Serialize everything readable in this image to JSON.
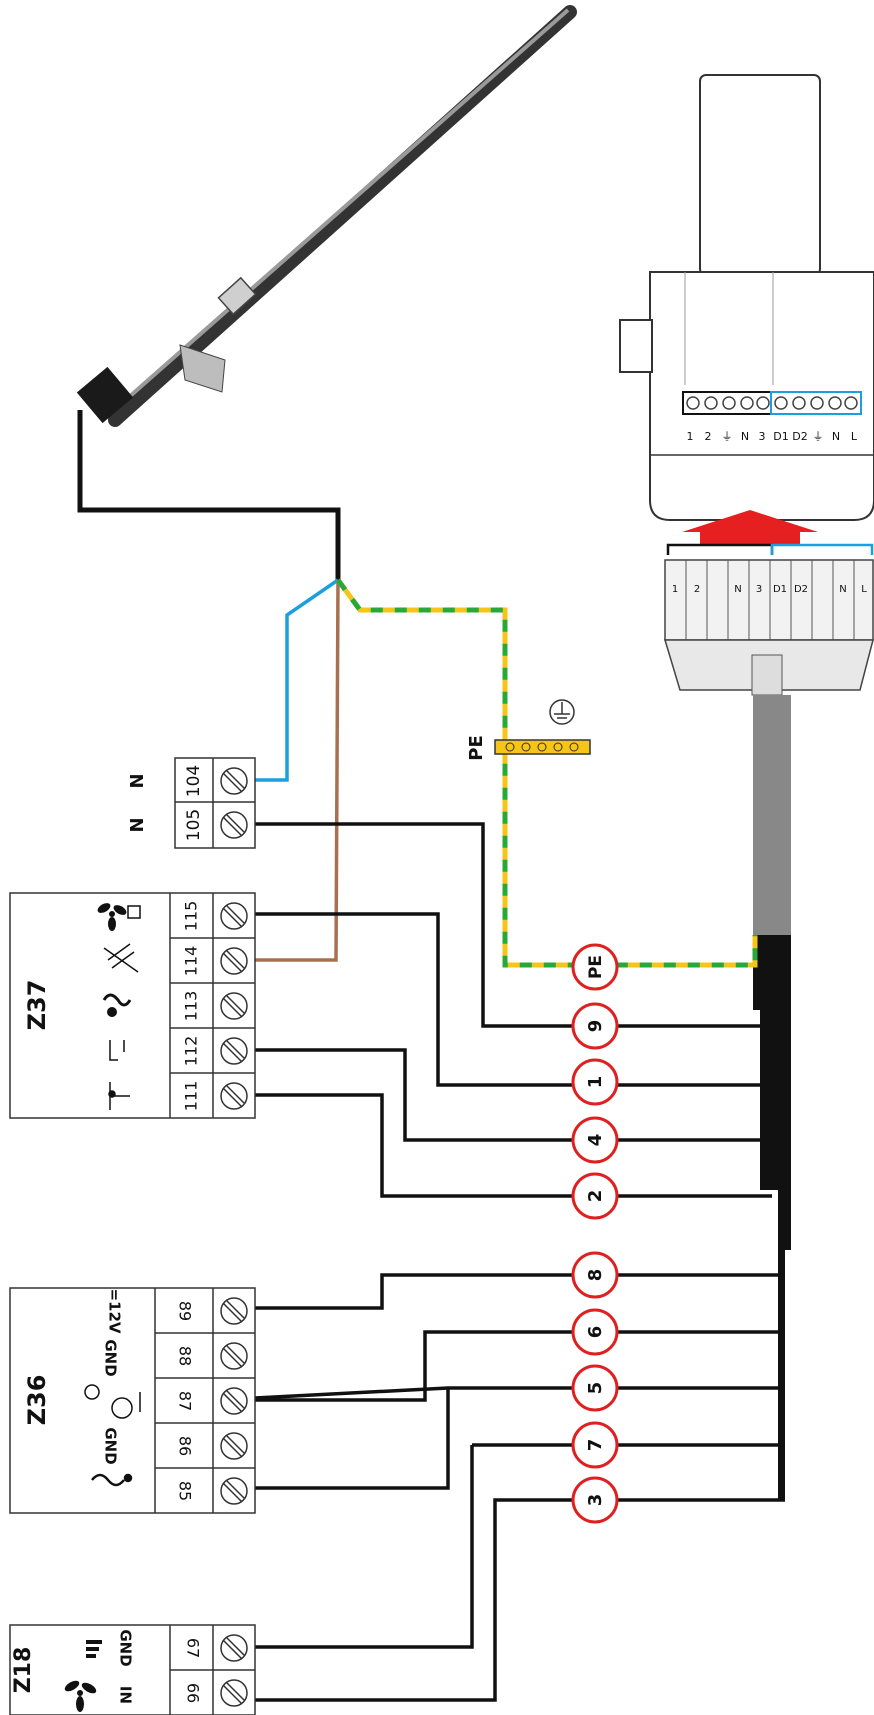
{
  "blocks": {
    "z37": {
      "title": "Z37",
      "terminals": [
        "115",
        "114",
        "113",
        "112",
        "111"
      ]
    },
    "z36": {
      "title": "Z36",
      "terminals": [
        "89",
        "88",
        "87",
        "86",
        "85"
      ],
      "labels": {
        "t89": "=12V",
        "t88": "GND",
        "t86": "GND"
      }
    },
    "z18": {
      "title": "Z18",
      "terminals": [
        "67",
        "66"
      ],
      "labels": {
        "t67": "GND",
        "t66": "IN"
      }
    },
    "neutral": {
      "terminals": [
        "104",
        "105"
      ],
      "labels": [
        "N",
        "N"
      ]
    }
  },
  "pe": {
    "bar_label": "PE",
    "circle_label": "PE"
  },
  "wire_numbers": [
    "9",
    "1",
    "4",
    "2",
    "8",
    "6",
    "5",
    "7",
    "3"
  ],
  "connector": {
    "left_group": [
      "1",
      "2",
      "N",
      "3"
    ],
    "right_group": [
      "D1",
      "D2",
      "N",
      "L"
    ],
    "pins": [
      "1",
      "2",
      "⏚",
      "N",
      "3",
      "D1",
      "D2",
      "⏚",
      "N",
      "L"
    ]
  },
  "colors": {
    "neutral_blue": "#1a9fdf",
    "brown": "#a87050",
    "pe_yellow": "#f5c518",
    "pe_green": "#27a83a",
    "marker_red": "#e02020",
    "cable_grey": "#888888",
    "arrow_red": "#e62020"
  },
  "icons": [
    "ground-icon",
    "screw-terminal-icon",
    "fan-icon",
    "auger-icon",
    "heater-icon",
    "thermostat-icon",
    "sensor-icon",
    "arrow-up-icon"
  ]
}
